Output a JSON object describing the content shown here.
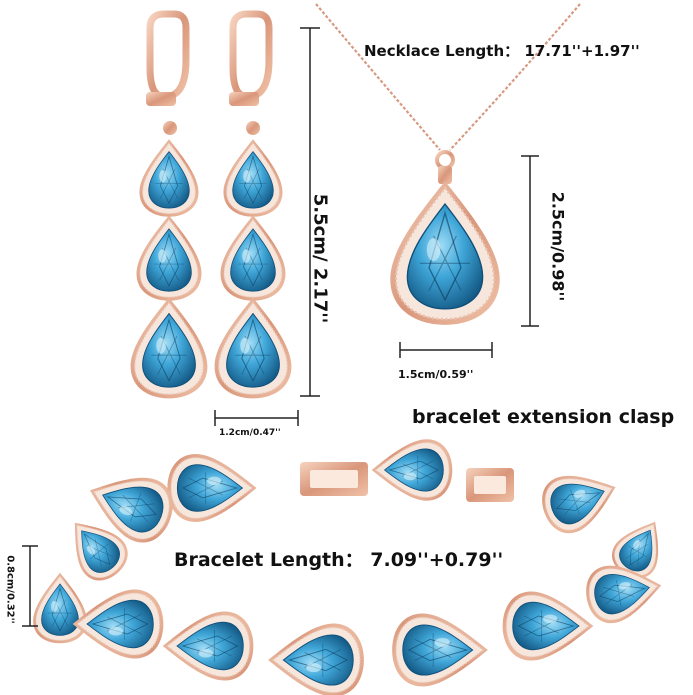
{
  "labels": {
    "necklace_length": "Necklace Length： 17.71''+1.97''",
    "earring_height": "5.5cm/ 2.17''",
    "earring_width": "1.2cm/0.47''",
    "pendant_height": "2.5cm/0.98''",
    "pendant_width": "1.5cm/0.59''",
    "bracelet_clasp": "bracelet extension clasp",
    "bracelet_length": "Bracelet Length： 7.09''+0.79''",
    "bracelet_width": "0.8cm/0.32''"
  },
  "colors": {
    "metal": "#e2a888",
    "gem": "#3fa6d8",
    "gem_dark": "#0f4f7a",
    "halo": "#f3dccf"
  }
}
